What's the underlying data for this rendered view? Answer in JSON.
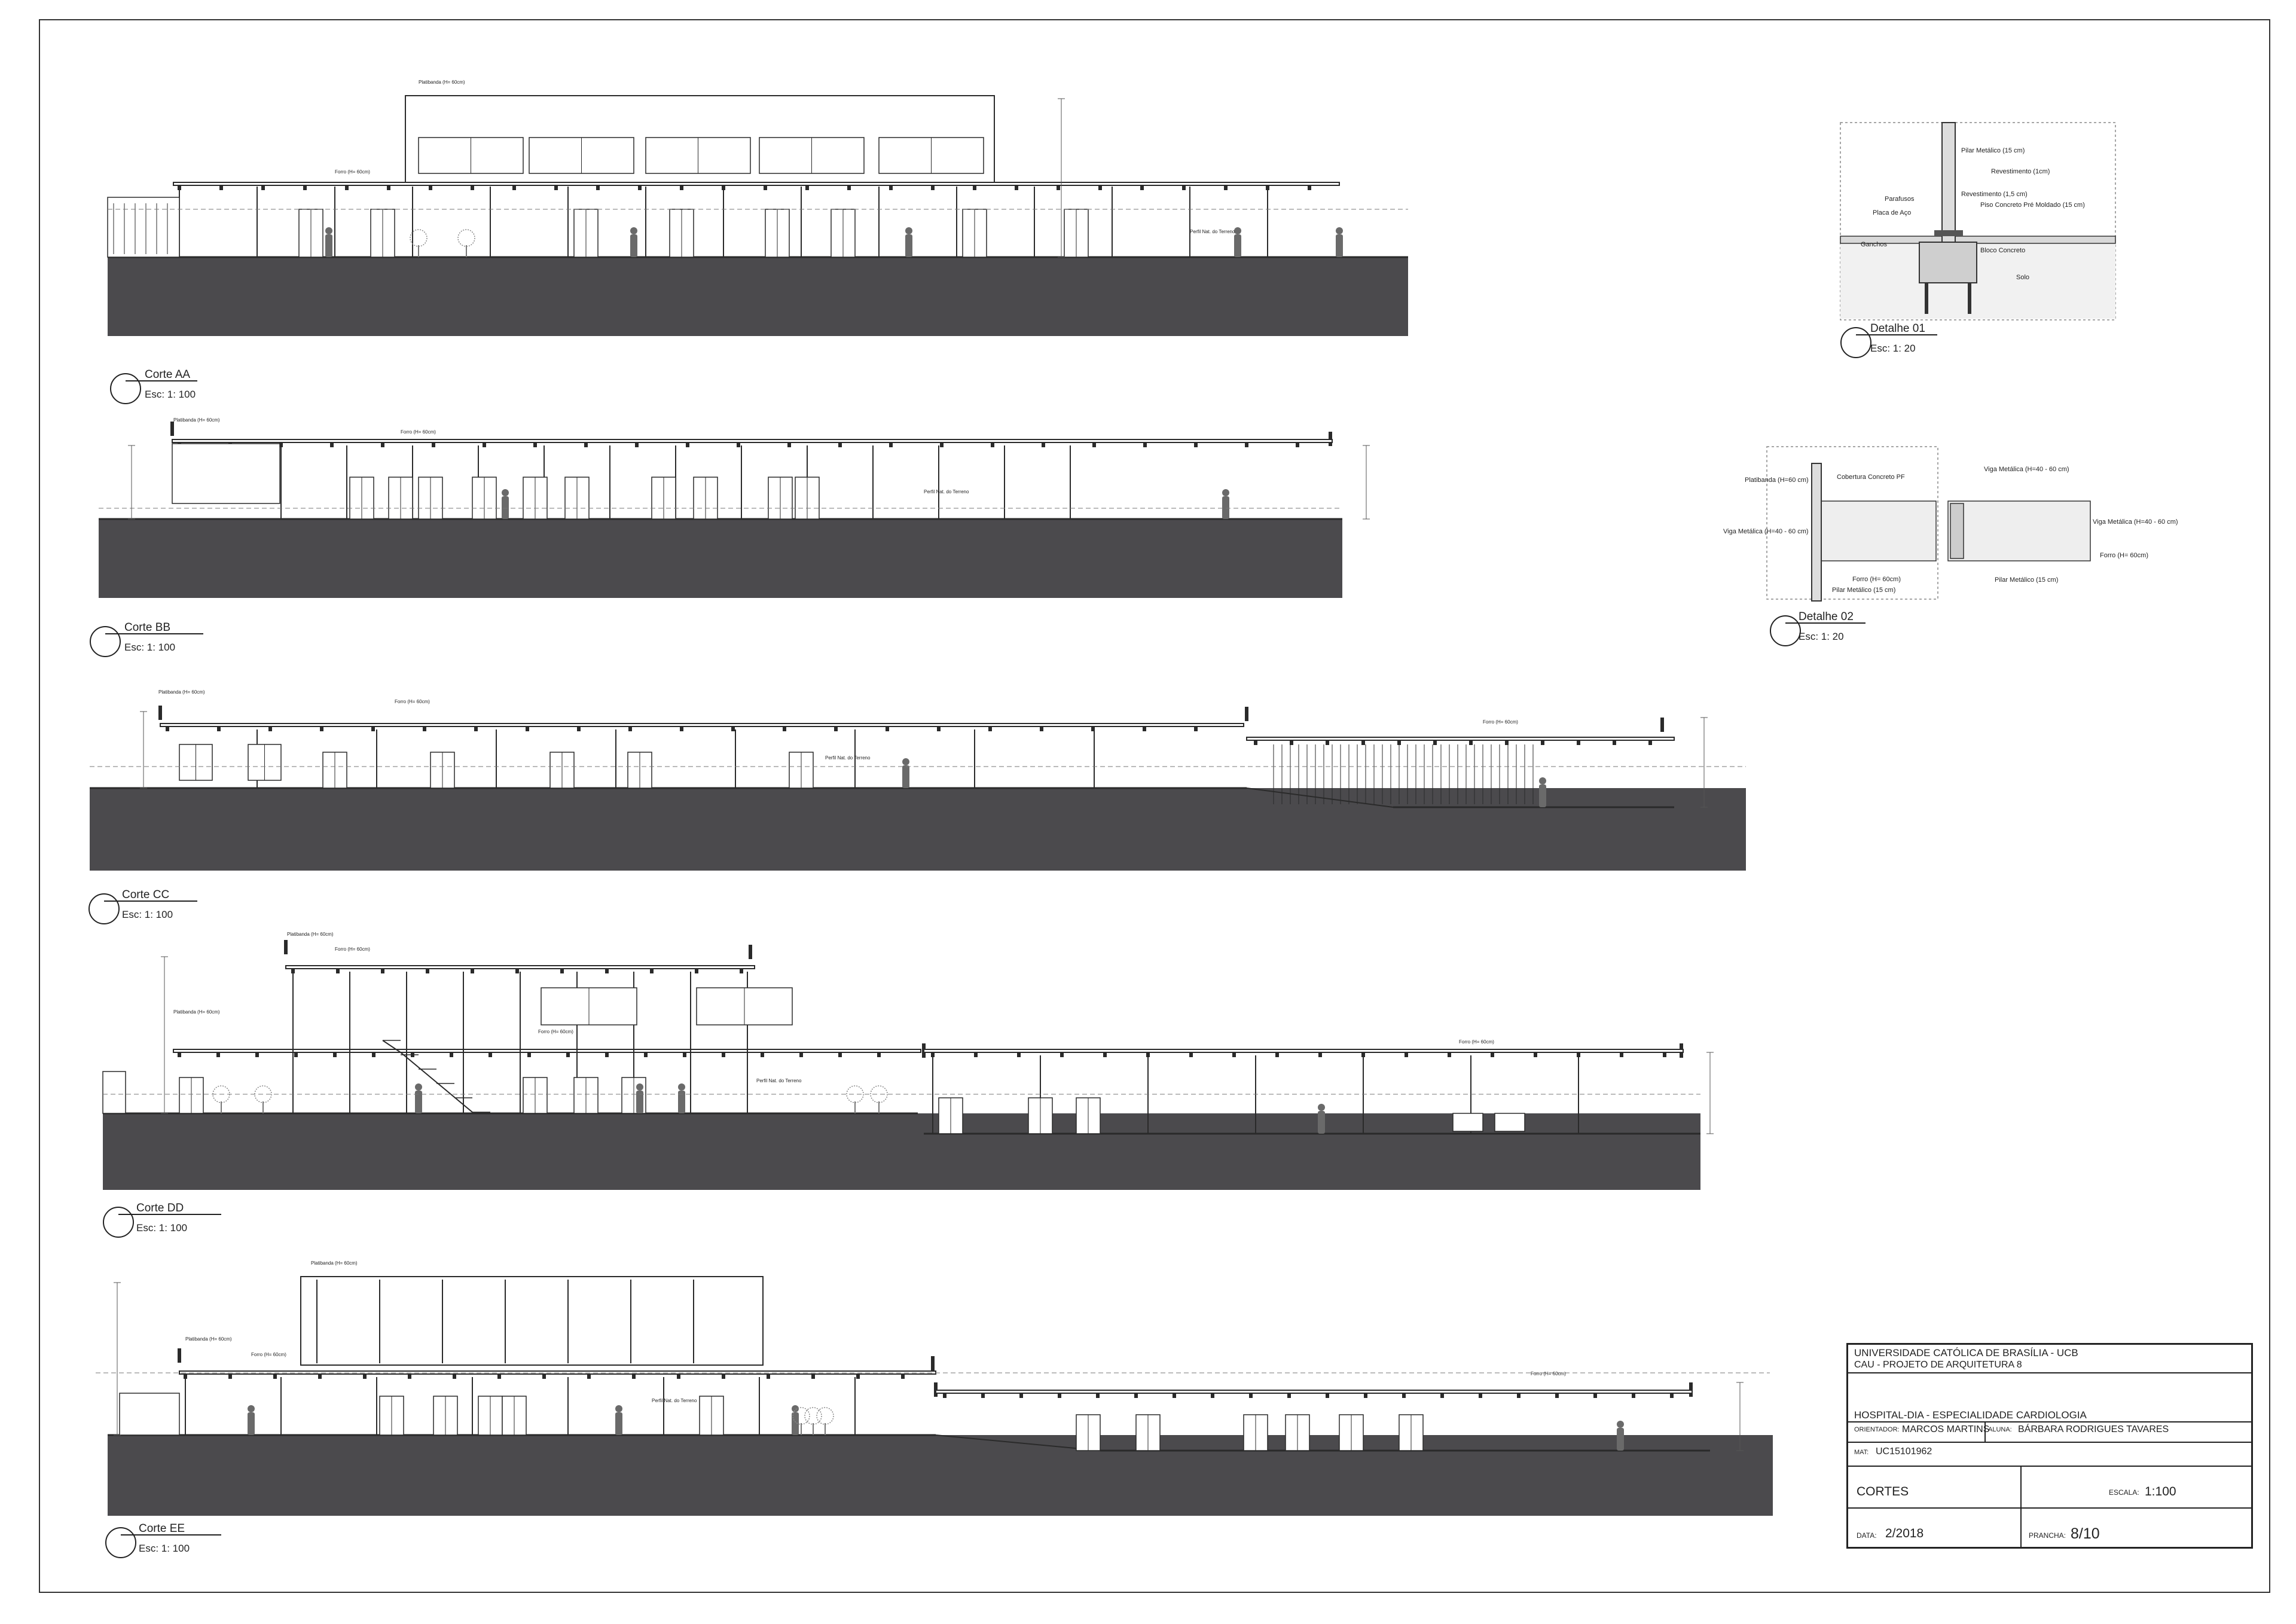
{
  "sections": [
    {
      "title": "Corte AA",
      "scale": "Esc: 1: 100"
    },
    {
      "title": "Corte BB",
      "scale": "Esc: 1: 100"
    },
    {
      "title": "Corte CC",
      "scale": "Esc: 1: 100"
    },
    {
      "title": "Corte DD",
      "scale": "Esc: 1: 100"
    },
    {
      "title": "Corte EE",
      "scale": "Esc: 1: 100"
    }
  ],
  "details": [
    {
      "title": "Detalhe 01",
      "scale": "Esc: 1: 20",
      "labels": [
        "Pilar Metálico (15 cm)",
        "Revestimento (1cm)",
        "Revestimento (1,5 cm)",
        "Piso Concreto Pré Moldado (15 cm)",
        "Parafusos",
        "Placa de Aço",
        "Ganchos",
        "Bloco Concreto",
        "Solo"
      ]
    },
    {
      "title": "Detalhe 02",
      "scale": "Esc: 1: 20",
      "labels": [
        "Platibanda (H=60 cm)",
        "Cobertura Concreto PF",
        "Viga Metálica (H=40 - 60 cm)",
        "Forro (H= 60cm)",
        "Pilar Metálico (15 cm)",
        "Viga Metálica (H=40 - 60 cm)",
        "Viga Metálica (H=40 - 60 cm)",
        "Forro (H= 60cm)",
        "Pilar Metálico (15 cm)"
      ]
    }
  ],
  "annotations": {
    "platibanda": "Platibanda (H= 60cm)",
    "forro": "Forro (H= 60cm)",
    "perfil": "Perfil Nat. do Terreno"
  },
  "title_block": {
    "university": "UNIVERSIDADE CATÓLICA DE BRASÍLIA - UCB",
    "course": "CAU - PROJETO DE ARQUITETURA 8",
    "project": "HOSPITAL-DIA - ESPECIALIDADE CARDIOLOGIA",
    "advisor_label": "ORIENTADOR:",
    "advisor": "MARCOS MARTINS",
    "student_label": "ALUNA:",
    "student": "BÁRBARA RODRIGUES TAVARES",
    "mat_label": "MAT:",
    "mat": "UC15101962",
    "sheet_title": "CORTES",
    "scale_label": "ESCALA:",
    "scale": "1:100",
    "date_label": "DATA:",
    "date": "2/2018",
    "sheet_label": "PRANCHA:",
    "sheet": "8/10"
  },
  "colors": {
    "ground": "#4b4a4d",
    "line": "#2a2a2a",
    "figure": "#6a6a6a"
  }
}
